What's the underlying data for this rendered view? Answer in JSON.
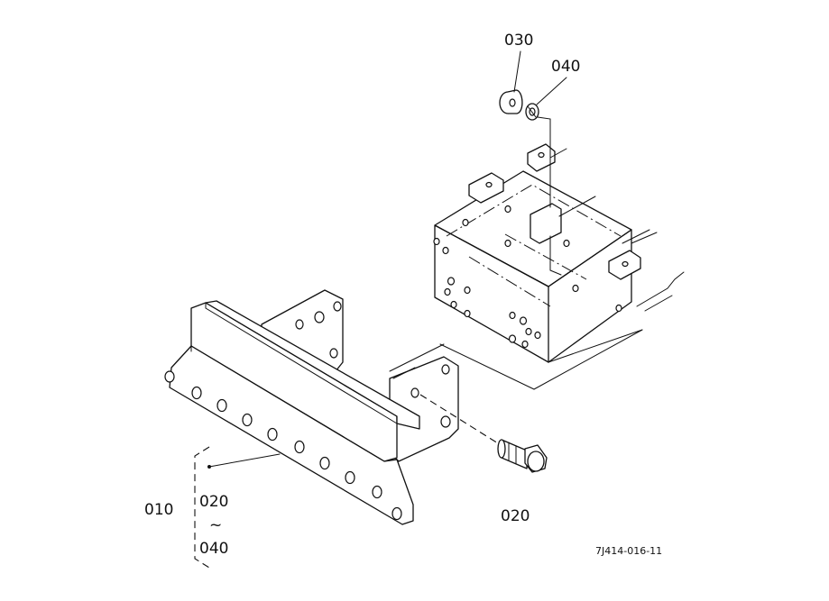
{
  "diagram": {
    "callouts": {
      "c010": "010",
      "c020_range_start": "020",
      "c_range_sep": "~",
      "c040_range_end": "040",
      "c020_bolt": "020",
      "c030": "030",
      "c040": "040"
    },
    "drawing_code": "7J414-016-11"
  }
}
